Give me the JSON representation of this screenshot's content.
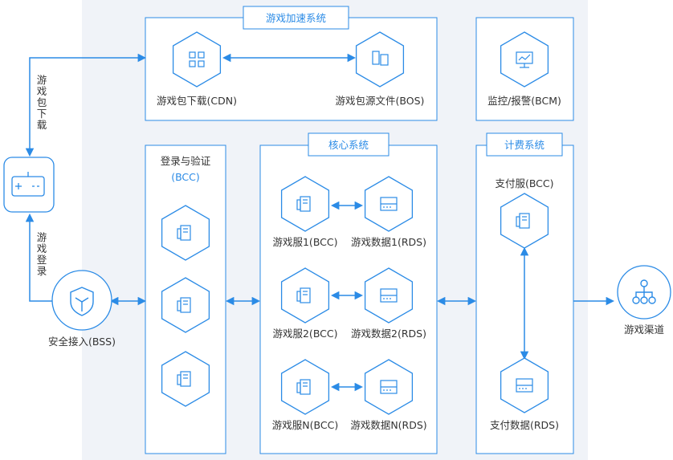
{
  "colors": {
    "accent": "#2b8be6",
    "panel_bg": "#f0f3f8",
    "hex_fill": "#ffffff",
    "text": "#333333"
  },
  "sections": {
    "acceleration": {
      "title": "游戏加速系统"
    },
    "core": {
      "title": "核心系统"
    },
    "billing": {
      "title": "计费系统"
    }
  },
  "nodes": {
    "cdn": {
      "label": "游戏包下载(CDN)",
      "icon": "grid-icon"
    },
    "bos": {
      "label": "游戏包源文件(BOS)",
      "icon": "files-icon"
    },
    "bcm": {
      "label": "监控/报警(BCM)",
      "icon": "monitor-icon"
    },
    "login": {
      "label_line1": "登录与验证",
      "label_line2": "(BCC)",
      "icon": "server-icon"
    },
    "server1": {
      "label": "游戏服1(BCC)",
      "icon": "server-icon"
    },
    "data1": {
      "label": "游戏数据1(RDS)",
      "icon": "database-icon"
    },
    "server2": {
      "label": "游戏服2(BCC)",
      "icon": "server-icon"
    },
    "data2": {
      "label": "游戏数据2(RDS)",
      "icon": "database-icon"
    },
    "serverN": {
      "label": "游戏服N(BCC)",
      "icon": "server-icon"
    },
    "dataN": {
      "label": "游戏数据N(RDS)",
      "icon": "database-icon"
    },
    "pay_server": {
      "label": "支付服(BCC)",
      "icon": "server-icon"
    },
    "pay_data": {
      "label": "支付数据(RDS)",
      "icon": "database-icon"
    },
    "bss": {
      "label": "安全接入(BSS)",
      "icon": "shield-icon"
    },
    "channel": {
      "label": "游戏渠道",
      "icon": "org-chart-icon"
    },
    "device": {
      "icon": "gamepad-icon"
    }
  },
  "edge_labels": {
    "download": [
      "游",
      "戏",
      "包",
      "下",
      "载"
    ],
    "login": [
      "游",
      "戏",
      "登",
      "录"
    ]
  }
}
